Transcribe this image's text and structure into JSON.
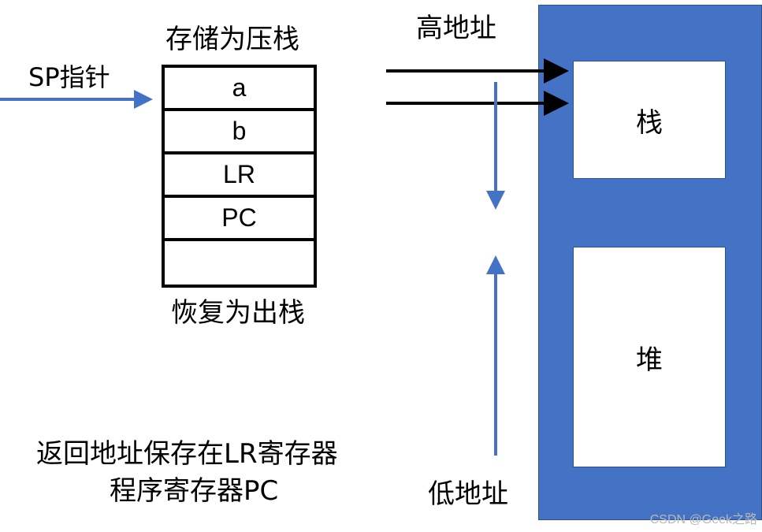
{
  "stack_title": "存储为压栈",
  "stack_footer": "恢复为出栈",
  "sp_label": "SP指针",
  "stack_cells": [
    "a",
    "b",
    "LR",
    "PC",
    ""
  ],
  "high_address": "高地址",
  "low_address": "低地址",
  "memory": {
    "stack_label": "栈",
    "heap_label": "堆"
  },
  "note_lines": [
    "返回地址保存在LR寄存器",
    "程序寄存器PC"
  ],
  "watermark": "CSDN @Geek之路",
  "colors": {
    "memory_fill": "#4472c4",
    "blue_arrow": "#4472c4",
    "black_arrow": "#000000"
  }
}
